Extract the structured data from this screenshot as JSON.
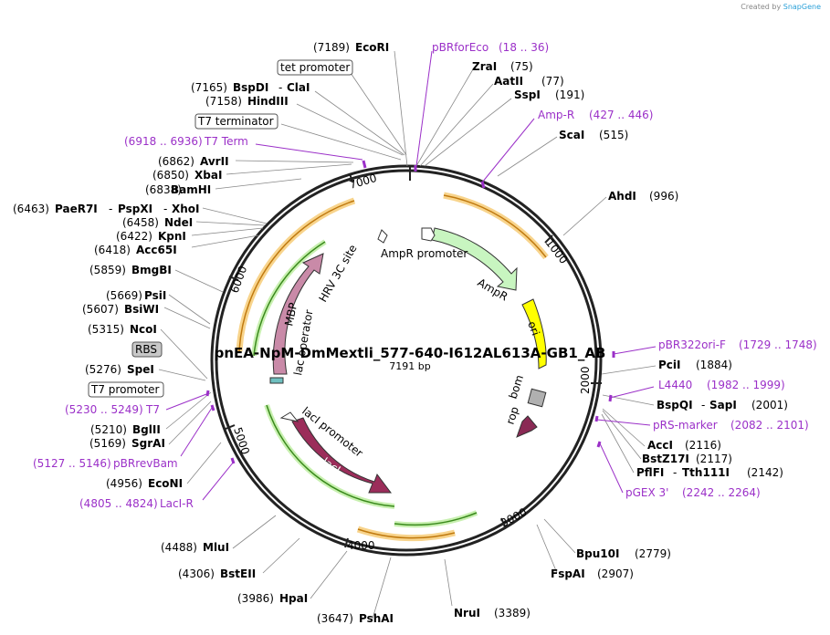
{
  "credit": {
    "prefix": "Created by",
    "brand": "SnapGene"
  },
  "plasmid": {
    "name": "pnEA-NpM-DmMextli_577-640-I612AL613A-GB1_AB",
    "length": "7191 bp"
  },
  "ticks": [
    "1000",
    "2000",
    "3000",
    "4000",
    "5000",
    "6000",
    "7000"
  ],
  "enzymes": {
    "ecori": {
      "pos": "(7189)",
      "name": "EcoRI"
    },
    "zrai": {
      "pos": "(75)",
      "name": "ZraI"
    },
    "aatii": {
      "pos": "(77)",
      "name": "AatII"
    },
    "sspi": {
      "pos": "(191)",
      "name": "SspI"
    },
    "scai": {
      "pos": "(515)",
      "name": "ScaI"
    },
    "ahdi": {
      "pos": "(996)",
      "name": "AhdI"
    },
    "pcii": {
      "pos": "(1884)",
      "name": "PciI"
    },
    "bspqi": {
      "name": "BspQI",
      "sep": "-",
      "name2": "SapI",
      "pos": "(2001)"
    },
    "acci": {
      "name": "AccI",
      "pos": "(2116)"
    },
    "bstz17i": {
      "name": "BstZ17I",
      "pos": "(2117)"
    },
    "pflfi": {
      "name": "PflFI",
      "sep": "-",
      "name2": "Tth111I",
      "pos": "(2142)"
    },
    "bpu10i": {
      "name": "Bpu10I",
      "pos": "(2779)"
    },
    "fspai": {
      "name": "FspAI",
      "pos": "(2907)"
    },
    "srui": {
      "name": "NruI",
      "pos": "(3389)"
    },
    "pshai": {
      "pos": "(3647)",
      "name": "PshAI"
    },
    "hpai": {
      "pos": "(3986)",
      "name": "HpaI"
    },
    "bsteii": {
      "pos": "(4306)",
      "name": "BstEII"
    },
    "mlui": {
      "pos": "(4488)",
      "name": "MluI"
    },
    "econi": {
      "pos": "(4956)",
      "name": "EcoNI"
    },
    "sgrai": {
      "pos": "(5169)",
      "name": "SgrAI"
    },
    "bglii": {
      "pos": "(5210)",
      "name": "BglII"
    },
    "spei": {
      "pos": "(5276)",
      "name": "SpeI"
    },
    "ncoi": {
      "pos": "(5315)",
      "name": "NcoI"
    },
    "bsiwi": {
      "pos": "(5607)",
      "name": "BsiWI"
    },
    "psii": {
      "pos": "(5669)",
      "name": "PsiI"
    },
    "bmgbi": {
      "pos": "(5859)",
      "name": "BmgBI"
    },
    "acc65i": {
      "pos": "(6418)",
      "name": "Acc65I"
    },
    "kpni": {
      "pos": "(6422)",
      "name": "KpnI"
    },
    "ndei": {
      "pos": "(6458)",
      "name": "NdeI"
    },
    "paer7i": {
      "pos": "(6463)",
      "name": "PaeR7I",
      "sep": "-",
      "name2": "PspXI",
      "sep2": "-",
      "name3": "XhoI"
    },
    "bamhi": {
      "pos": "(6838)",
      "name": "BamHI"
    },
    "xbai": {
      "pos": "(6850)",
      "name": "XbaI"
    },
    "avrii": {
      "pos": "(6862)",
      "name": "AvrII"
    },
    "hindiii": {
      "pos": "(7158)",
      "name": "HindIII"
    },
    "bspdi": {
      "pos": "(7165)",
      "name": "BspDI",
      "sep": "-",
      "name2": "ClaI"
    }
  },
  "boxed": {
    "tet_promoter": "tet promoter",
    "t7_terminator": "T7 terminator",
    "rbs": "RBS",
    "t7_promoter": "T7 promoter"
  },
  "primers": {
    "pbrforeco": {
      "name": "pBRforEco",
      "range": "(18 .. 36)"
    },
    "ampr": {
      "name": "Amp-R",
      "range": "(427 .. 446)"
    },
    "t7term": {
      "range": "(6918 .. 6936)",
      "name": "T7 Term"
    },
    "pbr322ori": {
      "name": "pBR322ori-F",
      "range": "(1729 .. 1748)"
    },
    "l4440": {
      "name": "L4440",
      "range": "(1982 .. 1999)"
    },
    "prs": {
      "name": "pRS-marker",
      "range": "(2082 .. 2101)"
    },
    "pgex3": {
      "name": "pGEX 3'",
      "range": "(2242 .. 2264)"
    },
    "t7": {
      "range": "(5230 .. 5249)",
      "name": "T7"
    },
    "pbrrevbam": {
      "range": "(5127 .. 5146)",
      "name": "pBRrevBam"
    },
    "lacir": {
      "range": "(4805 .. 4824)",
      "name": "LacI-R"
    }
  },
  "features": {
    "ampr_promoter": "AmpR promoter",
    "ampr": "AmpR",
    "ori": "ori",
    "bom": "bom",
    "rop": "rop",
    "laci_promoter": "lacI promoter",
    "laci": "lacI",
    "lac_operator": "lac operator",
    "mbp": "MBP",
    "hrv3c": "HRV 3C site"
  },
  "colors": {
    "backbone": "#222222",
    "primer": "#9b30c8",
    "orf_orange": "#f5b74a",
    "orf_green": "#3a8a1c",
    "ampr_fill": "#c8f5c0",
    "ori_fill": "#ffff00",
    "laci_fill": "#9b2d5a",
    "mbp_fill": "#c98aa8",
    "rop_fill": "#8a2a55",
    "bom_fill": "#b0b0b0",
    "rbs_fill": "#c8c8c8"
  }
}
